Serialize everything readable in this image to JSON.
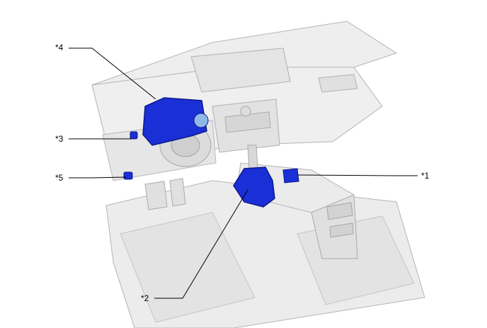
{
  "colors": {
    "background": "#ffffff",
    "interior_fill": "#efefef",
    "interior_shade": "#d9d9d9",
    "interior_outline": "#b4b4b4",
    "highlight_part": "#1a2fd6",
    "highlight_dark": "#0c1a8a",
    "leader_line": "#000000"
  },
  "callouts": [
    {
      "id": "c4",
      "label": "*4"
    },
    {
      "id": "c3",
      "label": "*3"
    },
    {
      "id": "c5",
      "label": "*5"
    },
    {
      "id": "c1",
      "label": "*1"
    },
    {
      "id": "c2",
      "label": "*2"
    }
  ]
}
